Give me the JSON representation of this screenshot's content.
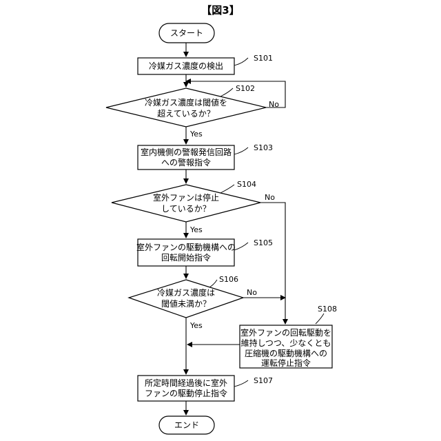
{
  "figure_title": "【図3】",
  "nodes": {
    "start": {
      "label": "スタート"
    },
    "s101": {
      "step": "S101",
      "lines": [
        "冷媒ガス濃度の検出"
      ]
    },
    "s102": {
      "step": "S102",
      "lines": [
        "冷媒ガス濃度は閾値を",
        "超えているか？"
      ]
    },
    "s103": {
      "step": "S103",
      "lines": [
        "室内機側の警報発信回路",
        "への警報指令"
      ]
    },
    "s104": {
      "step": "S104",
      "lines": [
        "室外ファンは停止",
        "しているか？"
      ]
    },
    "s105": {
      "step": "S105",
      "lines": [
        "室外ファンの駆動機構への",
        "回転開始指令"
      ]
    },
    "s106": {
      "step": "S106",
      "lines": [
        "冷媒ガス濃度は",
        "閾値未満か？"
      ]
    },
    "s108": {
      "step": "S108",
      "lines": [
        "室外ファンの回転駆動を",
        "維持しつつ、少なくとも",
        "圧縮機の駆動機構への",
        "運転停止指令"
      ]
    },
    "s107": {
      "step": "S107",
      "lines": [
        "所定時間経過後に室外",
        "ファンの駆動停止指令"
      ]
    },
    "end": {
      "label": "エンド"
    }
  },
  "branch_labels": {
    "s102_yes": "Yes",
    "s102_no": "No",
    "s104_yes": "Yes",
    "s104_no": "No",
    "s106_yes": "Yes",
    "s106_no": "No"
  }
}
